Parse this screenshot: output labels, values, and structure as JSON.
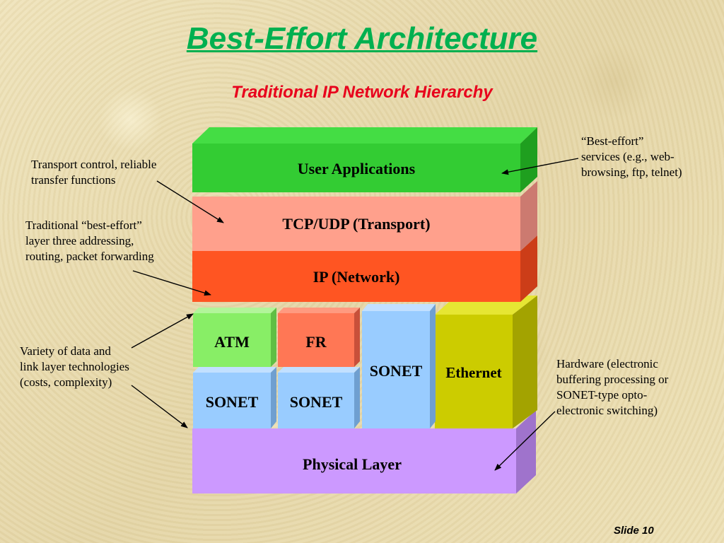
{
  "title": "Best-Effort Architecture",
  "subtitle": "Traditional IP Network Hierarchy",
  "layers": {
    "user_applications": "User Applications",
    "transport": "TCP/UDP (Transport)",
    "network": "IP (Network)",
    "atm": "ATM",
    "fr": "FR",
    "sonet_under_atm": "SONET",
    "sonet_under_fr": "SONET",
    "sonet_column": "SONET",
    "ethernet": "Ethernet",
    "physical": "Physical Layer"
  },
  "notes": {
    "transport_control": "Transport control, reliable\ntransfer functions",
    "best_effort_layer3": "Traditional “best-effort”\nlayer three addressing,\nrouting, packet forwarding",
    "data_link_variety": "Variety of data and\nlink layer technologies\n(costs, complexity)",
    "best_effort_services": "“Best-effort”\nservices (e.g., web-\nbrowsing, ftp, telnet)",
    "hardware": "Hardware (electronic\nbuffering processing or\nSONET-type opto-\nelectronic switching)"
  },
  "slide_number": "Slide 10",
  "colors": {
    "title": "#00b050",
    "subtitle": "#e8001c",
    "user_applications": "#33cc33",
    "transport": "#ffa08c",
    "network": "#ff5522",
    "atm": "#88ee66",
    "fr": "#ff7755",
    "sonet": "#99ccff",
    "ethernet": "#cccc00",
    "physical": "#cc99ff"
  }
}
